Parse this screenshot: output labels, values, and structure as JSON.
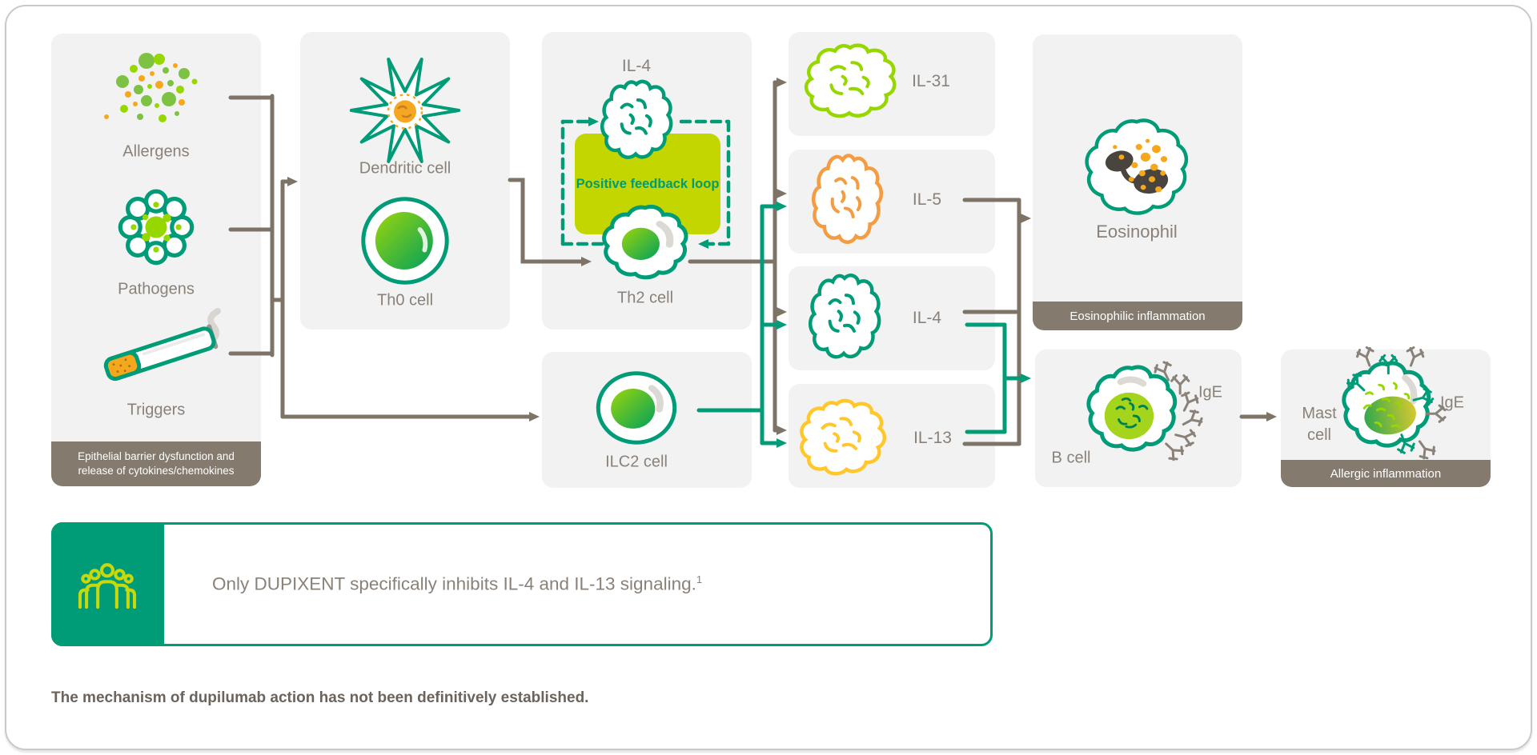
{
  "colors": {
    "teal": "#009B77",
    "lime": "#C4D600",
    "lime_green": "#97D700",
    "orange": "#F49C44",
    "yellow": "#FFC72C",
    "arrow_gray": "#7D7366",
    "bar_brown": "#847A6E",
    "label_gray": "#8A8178",
    "panel_gray": "#F2F2F2"
  },
  "diagram": {
    "sources": {
      "allergens": "Allergens",
      "pathogens": "Pathogens",
      "triggers": "Triggers",
      "footer": "Epithelial barrier dysfunction and release of cytokines/chemokines"
    },
    "presentation": {
      "dendritic": "Dendritic cell",
      "th0": "Th0 cell"
    },
    "activation": {
      "il4_top": "IL-4",
      "feedback": "Positive feedback loop",
      "th2": "Th2 cell",
      "ilc2": "ILC2 cell"
    },
    "cytokines": [
      {
        "label": "IL-31"
      },
      {
        "label": "IL-5"
      },
      {
        "label": "IL-4"
      },
      {
        "label": "IL-13"
      }
    ],
    "effects": {
      "eosinophil": "Eosinophil",
      "eosinophil_footer": "Eosinophilic inflammation",
      "bcell": "B cell",
      "bcell_ige": "IgE",
      "mast": "Mast cell",
      "mast_ige": "IgE",
      "mast_footer": "Allergic inflammation"
    }
  },
  "callout": {
    "text": "Only DUPIXENT specifically inhibits IL-4 and IL-13 signaling.",
    "superscript": "1"
  },
  "footnote": "The mechanism of dupilumab action has not been definitively established."
}
